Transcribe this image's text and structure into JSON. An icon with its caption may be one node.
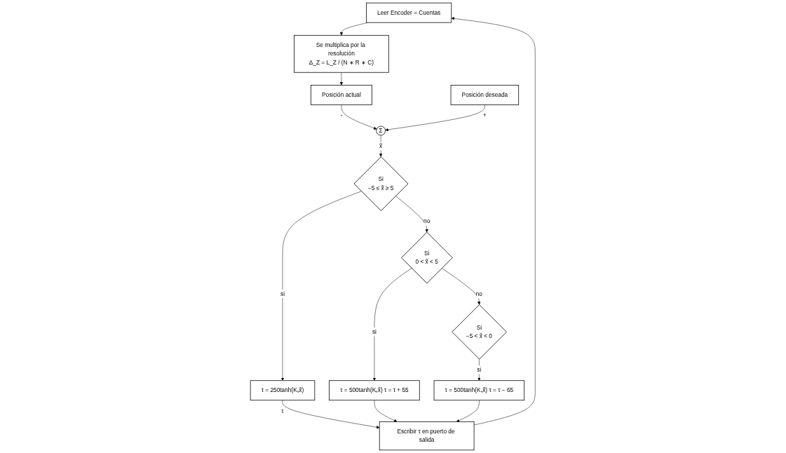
{
  "diagram": {
    "nodes": [
      {
        "text": [
          "Leer Encoder = Cuentas"
        ]
      },
      {
        "text": [
          "Se multiplica por la resolución",
          "Δ_Z = L_Z / (N ∗ R ∗ C)"
        ]
      },
      {
        "text": [
          "Posición actual"
        ]
      },
      {
        "text": [
          "Posición deseada"
        ]
      },
      {
        "text": [
          "Σ"
        ]
      },
      {
        "text": [
          "Si",
          "−5 ≤ x̃ ≥ 5"
        ]
      },
      {
        "text": [
          "Si",
          "0 < x̃ < 5"
        ]
      },
      {
        "text": [
          "Si",
          "−5 < x̃ < 0"
        ]
      },
      {
        "text": [
          "τ = 250tanh(Kₛx̃)"
        ]
      },
      {
        "text": [
          "τ = 500tanh(Kₛx̃) τ = τ + 55"
        ]
      },
      {
        "text": [
          "τ = 500tanh(Kₛx̃) τ = τ − 65"
        ]
      },
      {
        "text": [
          "Escribir τ en puerto de salida"
        ]
      }
    ],
    "edges": [
      {
        "from": 0,
        "to": 1,
        "arrow": "to"
      },
      {
        "from": 1,
        "to": 2,
        "arrow": "to"
      },
      {
        "from": 2,
        "to": 4,
        "arrow": "to",
        "label": "-"
      },
      {
        "from": 3,
        "to": 4,
        "arrow": "to",
        "label": "+"
      },
      {
        "from": 4,
        "to": 5,
        "arrow": "to",
        "label": "x̃"
      },
      {
        "from": 5,
        "to": 6,
        "arrow": "to",
        "label": "no"
      },
      {
        "from": 6,
        "to": 7,
        "arrow": "to",
        "label": "no"
      },
      {
        "from": 5,
        "to": 8,
        "arrow": "to",
        "label": "si"
      },
      {
        "from": 6,
        "to": 9,
        "arrow": "to",
        "label": "si"
      },
      {
        "from": 7,
        "to": 10,
        "arrow": "to",
        "label": "si"
      },
      {
        "from": 8,
        "to": 11,
        "arrow": "to",
        "label": "τ"
      },
      {
        "from": 9,
        "to": 11,
        "arrow": "to"
      },
      {
        "from": 10,
        "to": 11,
        "arrow": "to"
      },
      {
        "from": 11,
        "to": 0,
        "arrow": "to"
      }
    ]
  }
}
